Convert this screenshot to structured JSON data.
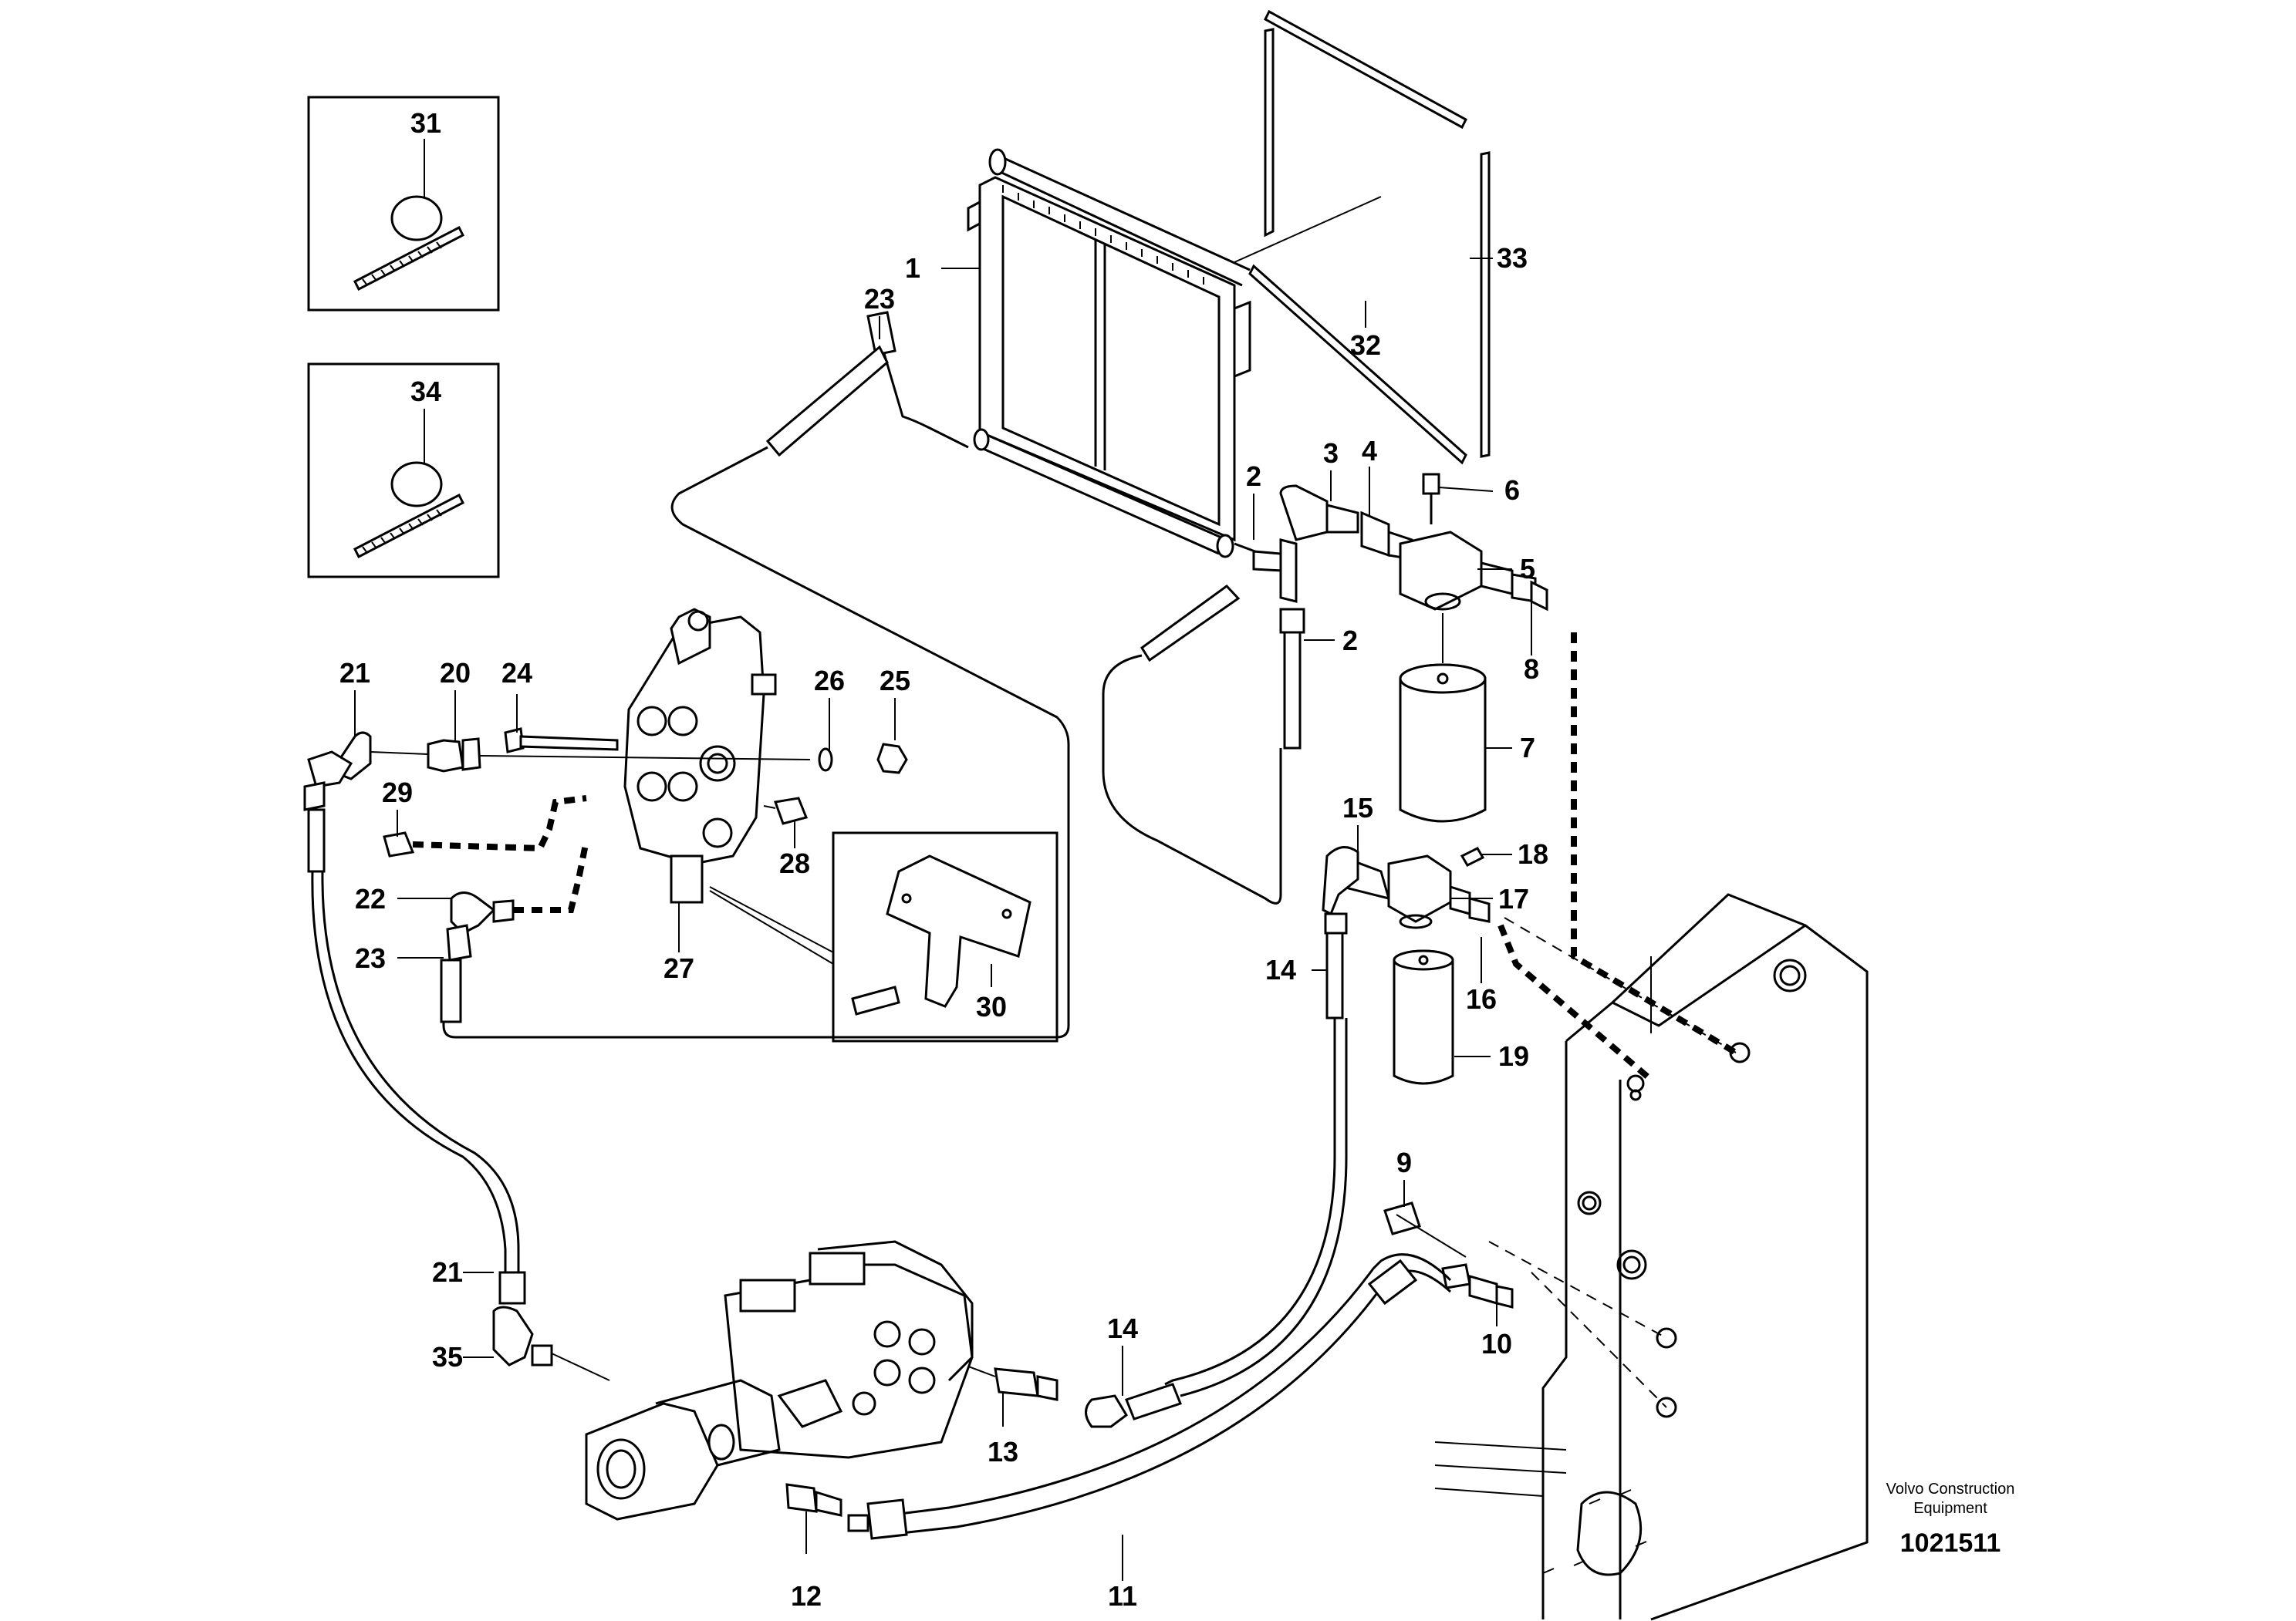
{
  "diagram": {
    "callouts": [
      {
        "id": "c1",
        "label": "1"
      },
      {
        "id": "c2a",
        "label": "2"
      },
      {
        "id": "c2b",
        "label": "2"
      },
      {
        "id": "c3",
        "label": "3"
      },
      {
        "id": "c4",
        "label": "4"
      },
      {
        "id": "c5",
        "label": "5"
      },
      {
        "id": "c6",
        "label": "6"
      },
      {
        "id": "c7",
        "label": "7"
      },
      {
        "id": "c8",
        "label": "8"
      },
      {
        "id": "c9",
        "label": "9"
      },
      {
        "id": "c10",
        "label": "10"
      },
      {
        "id": "c11",
        "label": "11"
      },
      {
        "id": "c12",
        "label": "12"
      },
      {
        "id": "c13",
        "label": "13"
      },
      {
        "id": "c14a",
        "label": "14"
      },
      {
        "id": "c14b",
        "label": "14"
      },
      {
        "id": "c15",
        "label": "15"
      },
      {
        "id": "c16",
        "label": "16"
      },
      {
        "id": "c17",
        "label": "17"
      },
      {
        "id": "c18",
        "label": "18"
      },
      {
        "id": "c19",
        "label": "19"
      },
      {
        "id": "c20",
        "label": "20"
      },
      {
        "id": "c21a",
        "label": "21"
      },
      {
        "id": "c21b",
        "label": "21"
      },
      {
        "id": "c22",
        "label": "22"
      },
      {
        "id": "c23a",
        "label": "23"
      },
      {
        "id": "c23b",
        "label": "23"
      },
      {
        "id": "c24",
        "label": "24"
      },
      {
        "id": "c25",
        "label": "25"
      },
      {
        "id": "c26",
        "label": "26"
      },
      {
        "id": "c27",
        "label": "27"
      },
      {
        "id": "c28",
        "label": "28"
      },
      {
        "id": "c29",
        "label": "29"
      },
      {
        "id": "c30",
        "label": "30"
      },
      {
        "id": "c31",
        "label": "31"
      },
      {
        "id": "c32",
        "label": "32"
      },
      {
        "id": "c33",
        "label": "33"
      },
      {
        "id": "c34",
        "label": "34"
      },
      {
        "id": "c35",
        "label": "35"
      }
    ],
    "footer": {
      "company_line1": "Volvo Construction",
      "company_line2": "Equipment",
      "document_number": "1021511"
    }
  }
}
